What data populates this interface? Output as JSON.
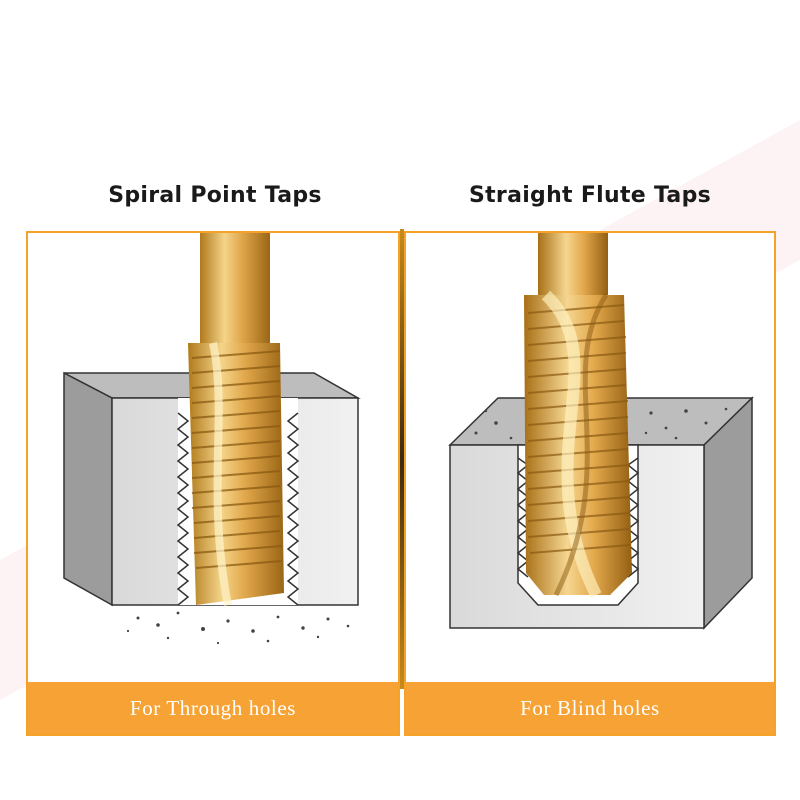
{
  "left": {
    "title": "Spiral Point Taps",
    "caption": "For Through holes"
  },
  "right": {
    "title": "Straight Flute Taps",
    "caption": "For Blind holes"
  },
  "colors": {
    "accent": "#f7a234",
    "border": "#f5a22a",
    "gold": "#d9a441"
  }
}
